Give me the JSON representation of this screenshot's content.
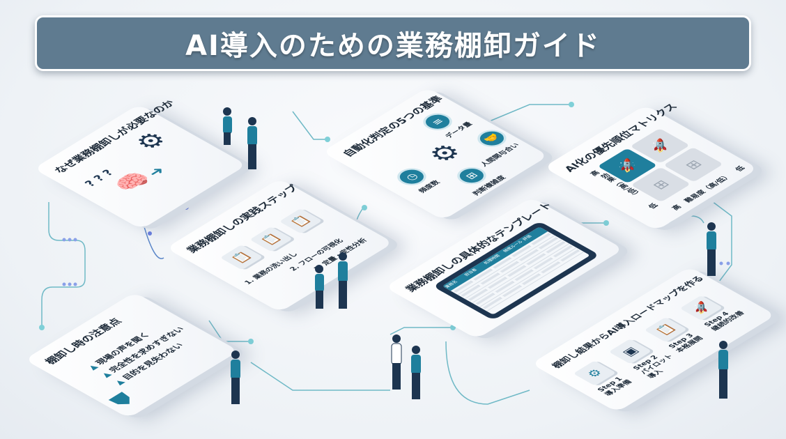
{
  "title": "AI導入のための業務棚卸ガイド",
  "cards": {
    "why": {
      "title": "なぜ業務棚卸しが必要なのか",
      "icons": [
        "brain-icon",
        "question-marks-icon",
        "arrows-icon",
        "gear-icon"
      ]
    },
    "criteria": {
      "title": "自動化判定の5つの基準",
      "items": [
        "データ量",
        "人間関与合い",
        "判断複雑度",
        "頻度数"
      ]
    },
    "matrix": {
      "title": "AI化の優先順位マトリクス",
      "y_axis": "効果（高/低）",
      "x_axis": "難易度（高/低）",
      "y_high": "高",
      "y_low": "低",
      "x_low": "高",
      "x_high": "低"
    },
    "steps": {
      "title": "業務棚卸しの実践ステップ",
      "steps": [
        "1. 業務の洗い出し",
        "2. フローの可視化",
        "3. 定量・定性分析"
      ]
    },
    "template": {
      "title": "業務棚卸しの具体的なテンプレート",
      "columns": [
        "業務名",
        "担当者",
        "処理時間",
        "頻度ルール",
        "評価"
      ]
    },
    "caution": {
      "title": "棚卸し時の注意点",
      "items": [
        "現場の声を聞く",
        "完全性を求めすぎない",
        "目的を見失わない"
      ]
    },
    "roadmap": {
      "title": "棚卸し結果からAI導入ロードマップを作る",
      "steps": [
        {
          "label": "Step 1",
          "desc": "導入準備"
        },
        {
          "label": "Step 2",
          "desc": "パイロット導入"
        },
        {
          "label": "Step 3",
          "desc": "本格展開"
        },
        {
          "label": "Step 4",
          "desc": "継続的改善"
        }
      ]
    }
  },
  "colors": {
    "accent": "#1f7f9d",
    "navy": "#1d3550",
    "banner": "#5f7b90"
  }
}
